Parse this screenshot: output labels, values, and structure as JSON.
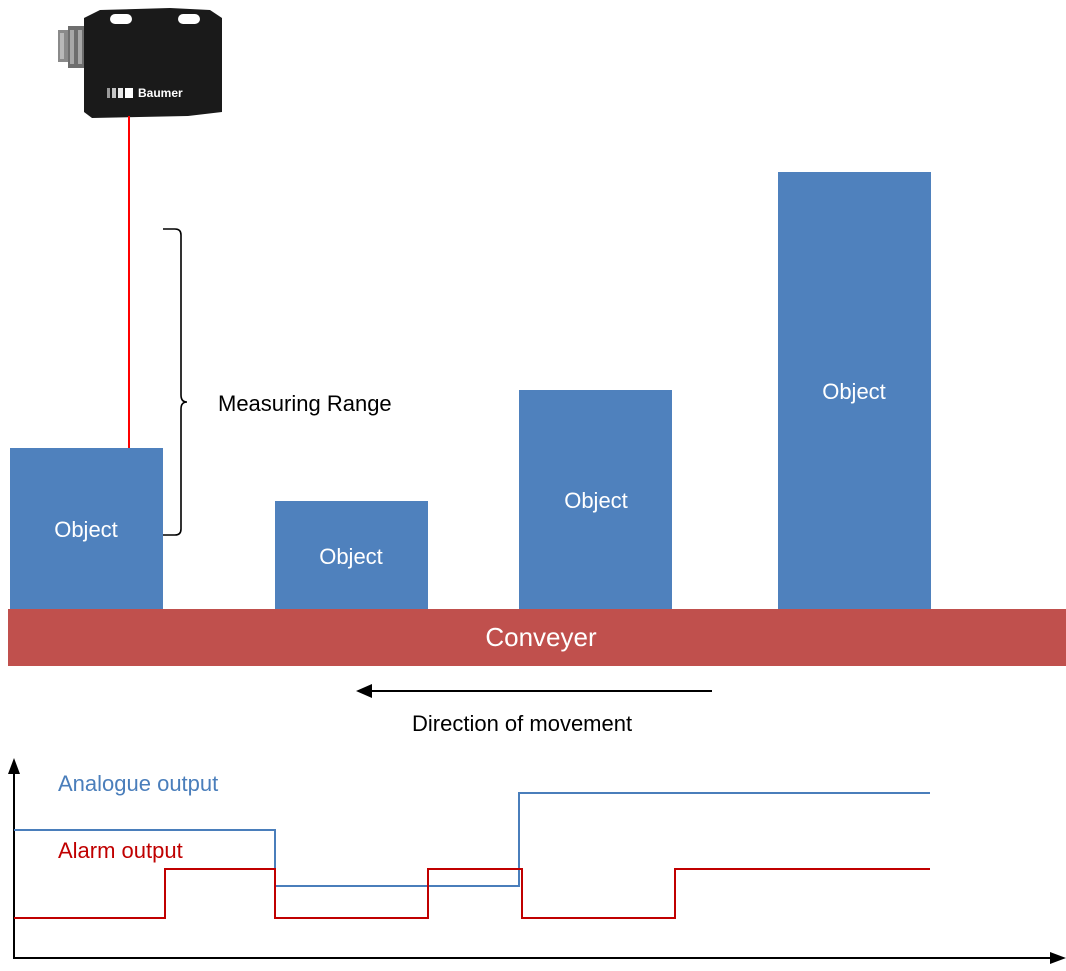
{
  "sensor": {
    "brand": "Baumer"
  },
  "objects": [
    {
      "label": "Object"
    },
    {
      "label": "Object"
    },
    {
      "label": "Object"
    },
    {
      "label": "Object"
    }
  ],
  "conveyor": {
    "label": "Conveyer"
  },
  "measuring_range": {
    "label": "Measuring Range"
  },
  "direction": {
    "label": "Direction of movement"
  },
  "signals": {
    "analogue": {
      "label": "Analogue output"
    },
    "alarm": {
      "label": "Alarm output"
    }
  },
  "colors": {
    "object": "#4f81bd",
    "conveyor": "#c0504d",
    "beam": "#ff0000",
    "analogue": "#4a7ebb",
    "alarm": "#c00000",
    "sensor_body": "#1a1a1a"
  }
}
